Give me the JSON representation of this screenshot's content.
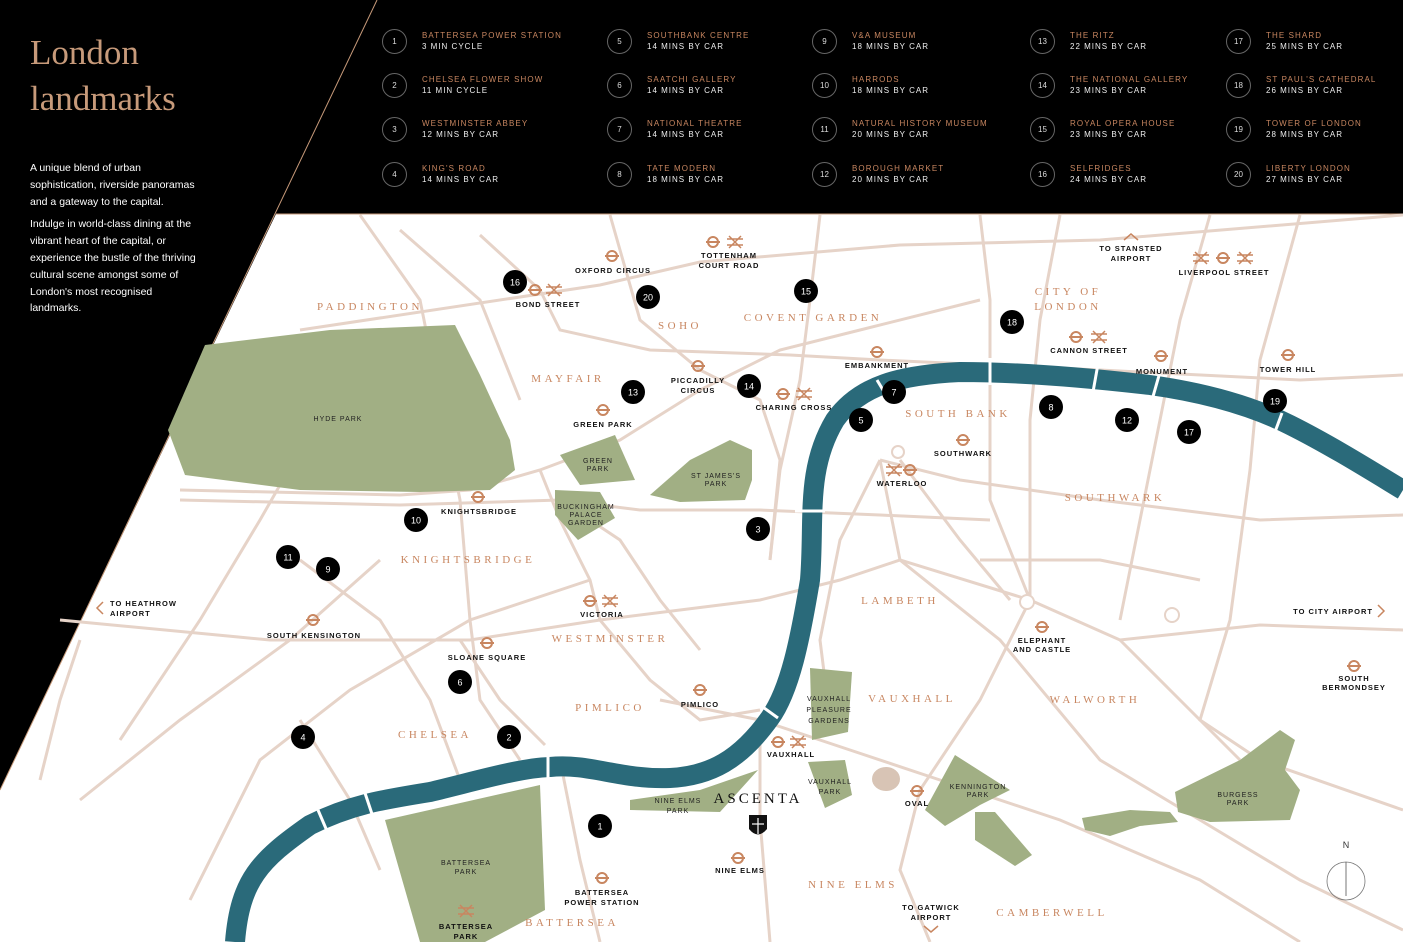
{
  "title": "London landmarks",
  "paragraphs": [
    "A unique blend of urban sophistication, riverside panoramas and a gateway to the capital.",
    "Indulge in world-class dining at the vibrant heart of the capital, or experience the bustle of the thriving cultural scene amongst some of London's most recognised landmarks."
  ],
  "landmarks": [
    {
      "num": "1",
      "name": "Battersea Power Station",
      "time": "3 min cycle"
    },
    {
      "num": "2",
      "name": "Chelsea Flower Show",
      "time": "11 min cycle"
    },
    {
      "num": "3",
      "name": "Westminster Abbey",
      "time": "12 mins by car"
    },
    {
      "num": "4",
      "name": "King's Road",
      "time": "14 mins by car"
    },
    {
      "num": "5",
      "name": "Southbank Centre",
      "time": "14 mins by car"
    },
    {
      "num": "6",
      "name": "Saatchi Gallery",
      "time": "14 mins by car"
    },
    {
      "num": "7",
      "name": "National Theatre",
      "time": "14 mins by car"
    },
    {
      "num": "8",
      "name": "Tate Modern",
      "time": "18 mins by car"
    },
    {
      "num": "9",
      "name": "V&A Museum",
      "time": "18 mins by car"
    },
    {
      "num": "10",
      "name": "Harrods",
      "time": "18 mins by car"
    },
    {
      "num": "11",
      "name": "Natural History Museum",
      "time": "20 mins by car"
    },
    {
      "num": "12",
      "name": "Borough Market",
      "time": "20 mins by car"
    },
    {
      "num": "13",
      "name": "The Ritz",
      "time": "22 mins by car"
    },
    {
      "num": "14",
      "name": "The National Gallery",
      "time": "23 mins by car"
    },
    {
      "num": "15",
      "name": "Royal Opera House",
      "time": "23 mins by car"
    },
    {
      "num": "16",
      "name": "Selfridges",
      "time": "24 mins by car"
    },
    {
      "num": "17",
      "name": "The Shard",
      "time": "25 mins by car"
    },
    {
      "num": "18",
      "name": "St Paul's Cathedral",
      "time": "26 mins by car"
    },
    {
      "num": "19",
      "name": "Tower of London",
      "time": "28 mins by car"
    },
    {
      "num": "20",
      "name": "Liberty London",
      "time": "27 mins by car"
    }
  ],
  "districts": [
    "PADDINGTON",
    "SOHO",
    "COVENT GARDEN",
    "CITY OF",
    "LONDON",
    "MAYFAIR",
    "SOUTH BANK",
    "SOUTHWARK",
    "KNIGHTSBRIDGE",
    "LAMBETH",
    "WESTMINSTER",
    "PIMLICO",
    "VAUXHALL",
    "WALWORTH",
    "CHELSEA",
    "NINE ELMS",
    "CAMBERWELL",
    "BATTERSEA"
  ],
  "parks": [
    "HYDE PARK",
    "GREEN",
    "PARK",
    "ST JAMES'S",
    "PARK",
    "BUCKINGHAM",
    "PALACE",
    "GARDEN",
    "VAUXHALL",
    "PLEASURE",
    "GARDENS",
    "VAUXHALL",
    "PARK",
    "KENNINGTON",
    "PARK",
    "BURGESS",
    "PARK",
    "NINE ELMS",
    "PARK",
    "BATTERSEA",
    "PARK"
  ],
  "stations": [
    "OXFORD CIRCUS",
    "TOTTENHAM",
    "COURT ROAD",
    "BOND STREET",
    "PICCADILLY",
    "CIRCUS",
    "CHARING CROSS",
    "EMBANKMENT",
    "GREEN PARK",
    "SOUTHWARK",
    "WATERLOO",
    "KNIGHTSBRIDGE",
    "CANNON STREET",
    "MONUMENT",
    "TOWER HILL",
    "LIVERPOOL STREET",
    "VICTORIA",
    "SOUTH KENSINGTON",
    "SLOANE SQUARE",
    "PIMLICO",
    "VAUXHALL",
    "OVAL",
    "ELEPHANT",
    "AND CASTLE",
    "SOUTH",
    "BERMONDSEY",
    "NINE ELMS",
    "BATTERSEA",
    "POWER STATION",
    "BATTERSEA",
    "PARK"
  ],
  "directions": [
    "TO STANSTED",
    "AIRPORT",
    "TO HEATHROW",
    "AIRPORT",
    "TO CITY AIRPORT",
    "TO GATWICK",
    "AIRPORT"
  ],
  "development": "ASCENTA",
  "compass": "N",
  "colors": {
    "river": "#2a6a7a",
    "park": "#a1af84",
    "road": "#e6d3c8",
    "accent": "#c88660",
    "mapbg": "#ffffff",
    "panel": "#000000"
  }
}
